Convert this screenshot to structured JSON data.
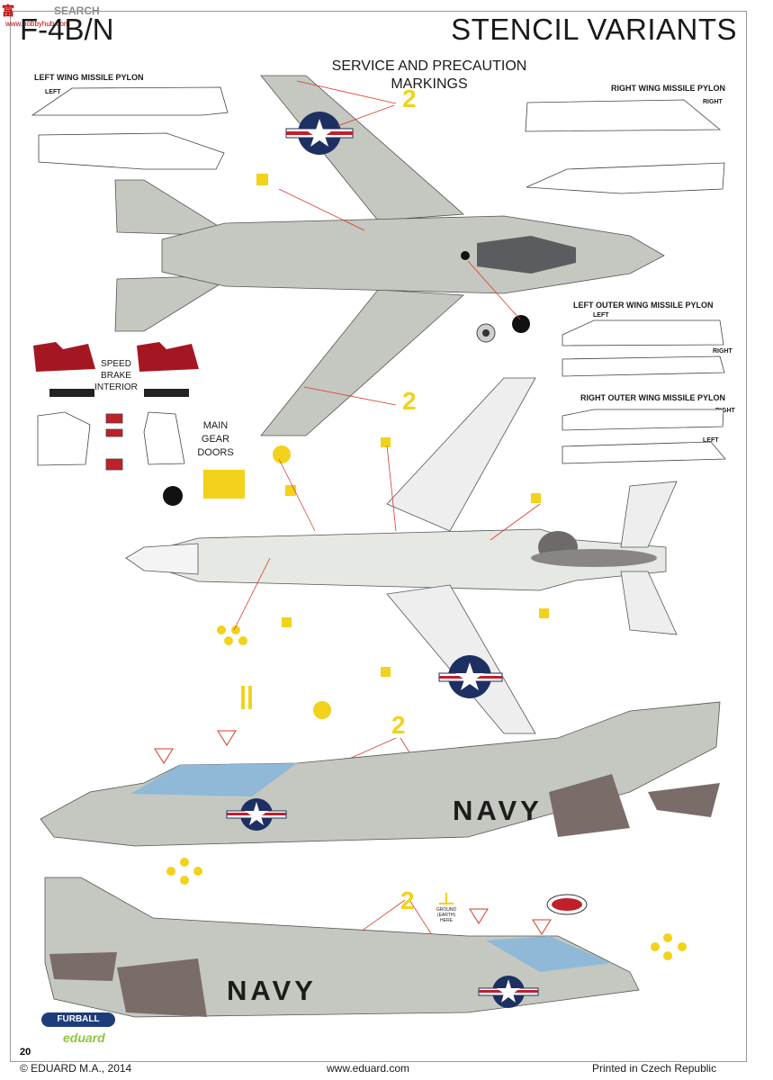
{
  "header": {
    "model": "F-4B/N",
    "title": "STENCIL VARIANTS",
    "watermark": "SEARCH",
    "watermark_prefix": "富",
    "watermark_sub": "www.hobbyhub.com"
  },
  "labels": {
    "service_title_1": "SERVICE AND PRECAUTION",
    "service_title_2": "MARKINGS",
    "left_wing_pylon": "LEFT WING MISSILE PYLON",
    "left_wing_pylon_left": "LEFT",
    "right_wing_pylon": "RIGHT WING MISSILE PYLON",
    "right_wing_pylon_right": "RIGHT",
    "left_outer_pylon": "LEFT OUTER WING MISSILE PYLON",
    "left_outer_left": "LEFT",
    "left_outer_right": "RIGHT",
    "right_outer_pylon": "RIGHT OUTER WING MISSILE PYLON",
    "right_outer_right": "RIGHT",
    "right_outer_left": "LEFT",
    "speed_brake_1": "SPEED",
    "speed_brake_2": "BRAKE",
    "speed_brake_3": "INTERIOR",
    "main_gear_1": "MAIN",
    "main_gear_2": "GEAR",
    "main_gear_3": "DOORS",
    "navy_1": "NAVY",
    "navy_2": "NAVY",
    "num_2": "2",
    "ground_1": "GROUND (EARTH)",
    "ground_2": "HERE"
  },
  "branding": {
    "furball": "FURBALL",
    "eduard": "eduard"
  },
  "footer": {
    "page": "20",
    "copyright": "© EDUARD M.A., 2014",
    "url": "www.eduard.com",
    "printed": "Printed in Czech Republic"
  },
  "colors": {
    "aircraft_gray": "#c4c8c0",
    "stencil_yellow": "#f2d21a",
    "leader_red": "#d83a2a",
    "insignia_blue": "#1e2f62",
    "insignia_red": "#c0202a",
    "speed_brake_red": "#a51623"
  }
}
